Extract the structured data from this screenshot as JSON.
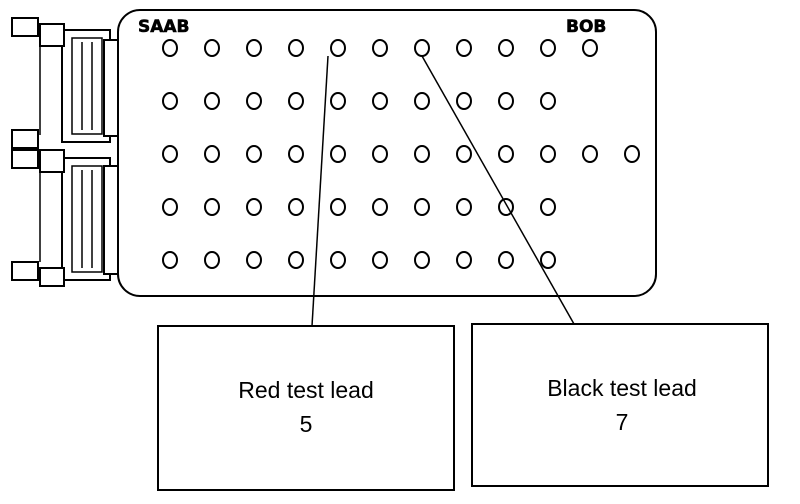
{
  "board": {
    "brand_left": "SAAB",
    "brand_right": "BOB",
    "pin_rows": [
      11,
      10,
      12,
      10,
      10
    ]
  },
  "leads": [
    {
      "label": "Red test lead",
      "pin": "5",
      "row": 1,
      "col": 5
    },
    {
      "label": "Black test lead",
      "pin": "7",
      "row": 1,
      "col": 7
    }
  ]
}
